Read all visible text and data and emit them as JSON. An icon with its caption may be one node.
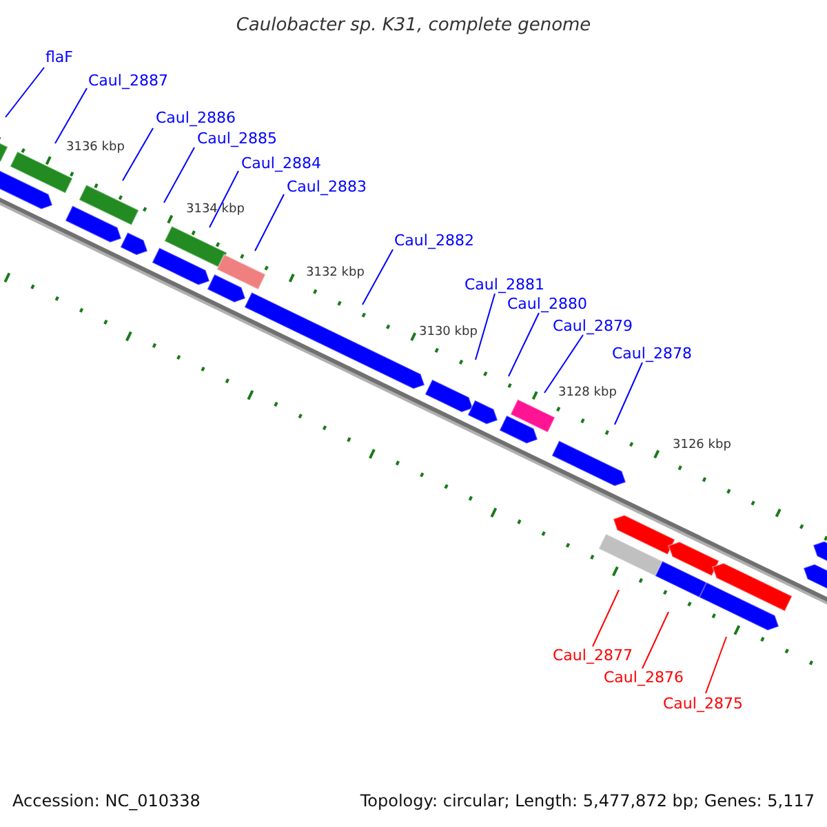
{
  "diagram": {
    "title": "Caulobacter sp. K31, complete genome",
    "nodes": [
      {
        "text": [
          "flaF"
        ]
      },
      {
        "text": [
          "Caul_2887"
        ]
      },
      {
        "text": [
          "Caul_2886"
        ]
      },
      {
        "text": [
          "Caul_2885"
        ]
      },
      {
        "text": [
          "Caul_2884"
        ]
      },
      {
        "text": [
          "Caul_2883"
        ]
      },
      {
        "text": [
          "Caul_2882"
        ]
      },
      {
        "text": [
          "Caul_2881"
        ]
      },
      {
        "text": [
          "Caul_2880"
        ]
      },
      {
        "text": [
          "Caul_2879"
        ]
      },
      {
        "text": [
          "Caul_2878"
        ]
      },
      {
        "text": [
          "Caul_2877"
        ]
      },
      {
        "text": [
          "Caul_2876"
        ]
      },
      {
        "text": [
          "Caul_2875"
        ]
      }
    ],
    "edges": [
      {
        "from": 0,
        "to": null,
        "arrow": "none"
      },
      {
        "from": 1,
        "to": null,
        "arrow": "none"
      },
      {
        "from": 2,
        "to": null,
        "arrow": "none"
      },
      {
        "from": 3,
        "to": null,
        "arrow": "none"
      },
      {
        "from": 4,
        "to": null,
        "arrow": "none"
      },
      {
        "from": 5,
        "to": null,
        "arrow": "none"
      },
      {
        "from": 6,
        "to": null,
        "arrow": "none"
      },
      {
        "from": 7,
        "to": null,
        "arrow": "none"
      },
      {
        "from": 8,
        "to": null,
        "arrow": "none"
      },
      {
        "from": 9,
        "to": null,
        "arrow": "none"
      },
      {
        "from": 10,
        "to": null,
        "arrow": "none"
      },
      {
        "from": 11,
        "to": null,
        "arrow": "none",
        "color": "#ff0000"
      },
      {
        "from": 12,
        "to": null,
        "arrow": "none",
        "color": "#ff0000"
      },
      {
        "from": 13,
        "to": null,
        "arrow": "none",
        "color": "#ff0000"
      }
    ],
    "labels": [
      "3136 kbp",
      "3134 kbp",
      "3132 kbp",
      "3130 kbp",
      "3128 kbp",
      "3126 kbp",
      "Accession: NC_010338",
      "Topology: circular; Length: 5,477,872 bp; Genes: 5,117"
    ]
  }
}
